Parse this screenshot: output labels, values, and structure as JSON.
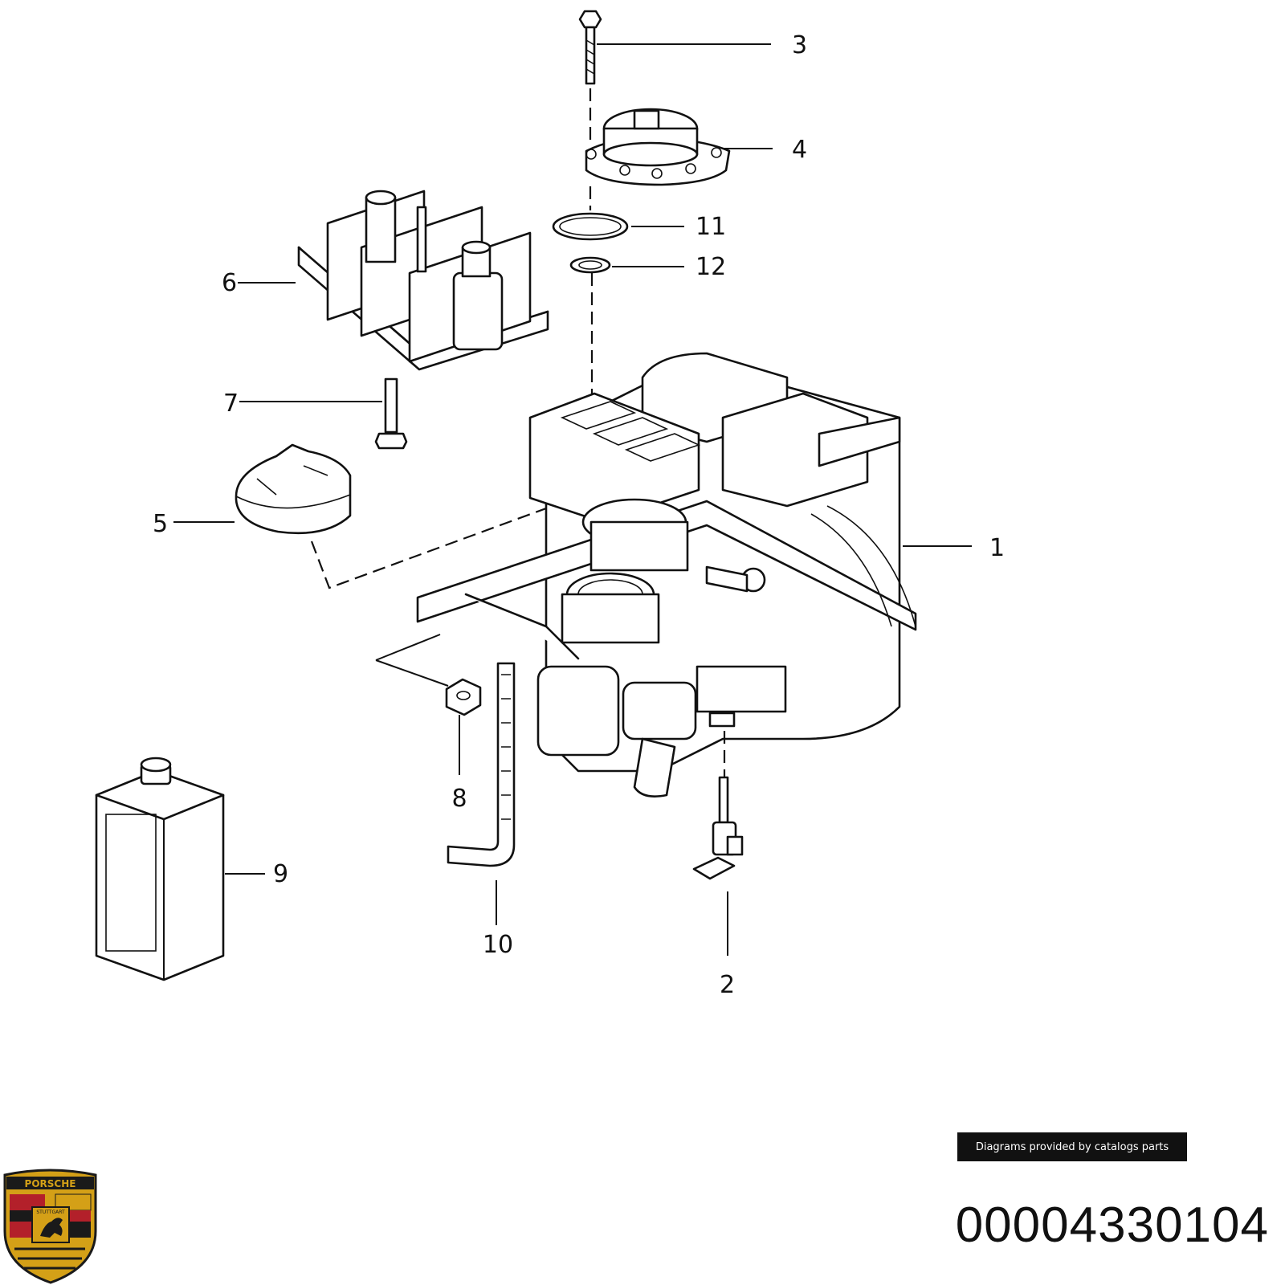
{
  "diagram": {
    "callouts": [
      "1",
      "2",
      "3",
      "4",
      "5",
      "6",
      "7",
      "8",
      "9",
      "10",
      "11",
      "12"
    ]
  },
  "footer": {
    "credit": "Diagrams provided by catalogs parts",
    "part_number": "00004330104",
    "logo_text": "PORSCHE",
    "logo_city": "STUTTGART"
  },
  "colors": {
    "ink": "#111111",
    "logo_gold": "#d4a017",
    "logo_red": "#b3202a",
    "logo_black": "#1a1a1a"
  }
}
